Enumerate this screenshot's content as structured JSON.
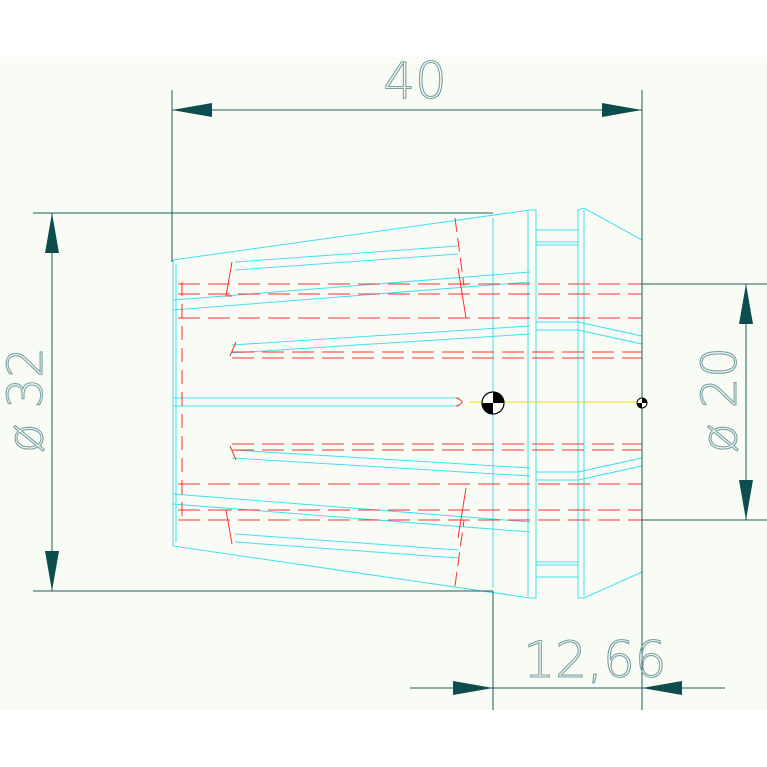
{
  "drawing": {
    "dimensions": {
      "width": "40",
      "outer_diameter": "ø 32",
      "inner_diameter": "ø 20",
      "offset": "12,66"
    },
    "colors": {
      "background": "#f8fcf4",
      "dimension_lines": "#1f5c5c",
      "arrowheads": "#0d4d4d",
      "part_outline": "#3fe0f0",
      "hidden_lines": "#ff3030",
      "axis_line": "#e6e600",
      "dimension_text": "#7aa0a6"
    },
    "symbols": [
      "center-of-gravity-symbol",
      "origin-symbol"
    ]
  }
}
